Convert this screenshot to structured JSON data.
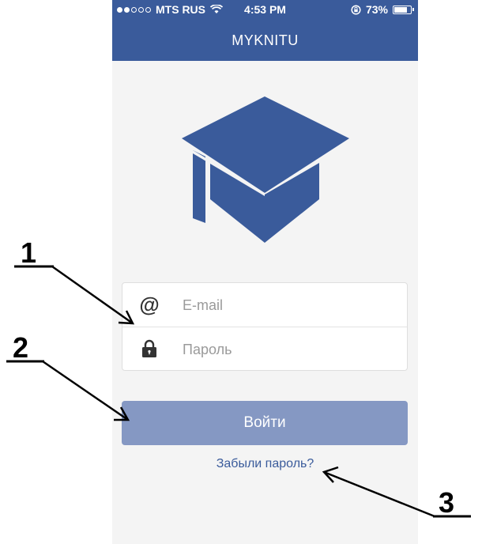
{
  "status_bar": {
    "carrier": "MTS RUS",
    "time": "4:53 PM",
    "battery": "73%",
    "battery_level": 0.73,
    "icons": [
      "signal-dots",
      "wifi-icon",
      "rotation-lock-icon",
      "battery-icon"
    ]
  },
  "nav": {
    "title": "MYKNITU"
  },
  "logo": {
    "icon": "graduation-cap-icon",
    "color": "#3a5b9b"
  },
  "form": {
    "email": {
      "icon": "@",
      "placeholder": "E-mail",
      "value": ""
    },
    "password": {
      "icon": "lock-icon",
      "placeholder": "Пароль",
      "value": ""
    }
  },
  "actions": {
    "login_label": "Войти",
    "forgot_label": "Забыли пароль?"
  },
  "annotations": [
    "1",
    "2",
    "3"
  ],
  "colors": {
    "brand": "#3a5b9b",
    "button": "#8598c3",
    "background": "#f4f4f4"
  }
}
